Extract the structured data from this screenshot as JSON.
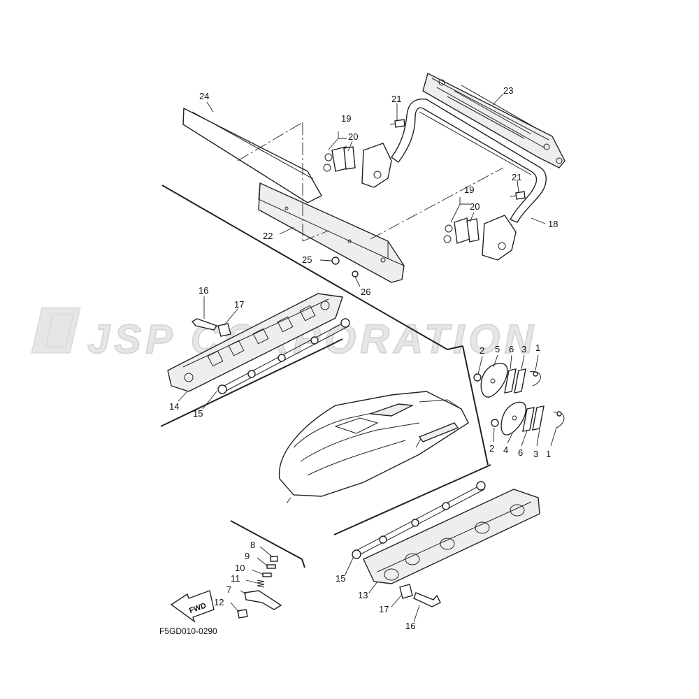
{
  "diagram": {
    "code": "F5GD010-0290",
    "watermark": "JSP CORPORATION",
    "fwd_label": "FWD",
    "callouts": {
      "p1a": "1",
      "p1b": "1",
      "p2a": "2",
      "p2b": "2",
      "p3a": "3",
      "p3b": "3",
      "p4": "4",
      "p5": "5",
      "p6a": "6",
      "p6b": "6",
      "p7": "7",
      "p8": "8",
      "p9": "9",
      "p10": "10",
      "p11": "11",
      "p12": "12",
      "p13": "13",
      "p14": "14",
      "p15a": "15",
      "p15b": "15",
      "p16a": "16",
      "p16b": "16",
      "p17a": "17",
      "p17b": "17",
      "p18": "18",
      "p19a": "19",
      "p19b": "19",
      "p20a": "20",
      "p20b": "20",
      "p21a": "21",
      "p21b": "21",
      "p22": "22",
      "p23": "23",
      "p24": "24",
      "p25": "25",
      "p26": "26"
    }
  }
}
